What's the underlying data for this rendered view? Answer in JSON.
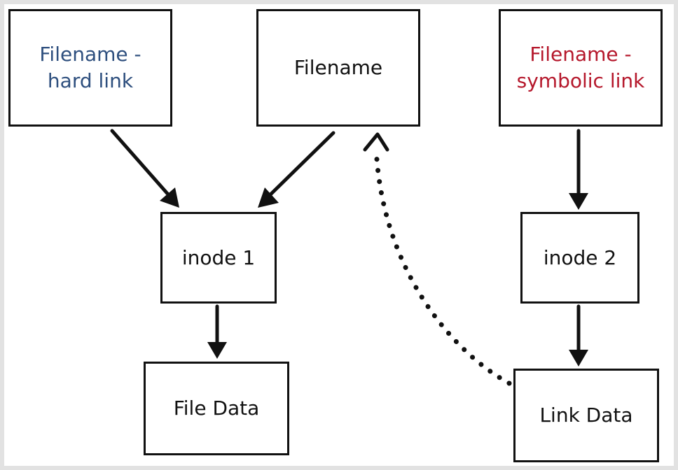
{
  "boxes": {
    "hard_link": {
      "label": "Filename -\nhard link",
      "color": "#2e4f7e"
    },
    "filename": {
      "label": "Filename",
      "color": "#111111"
    },
    "symbolic_link": {
      "label": "Filename -\nsymbolic link",
      "color": "#b5172b"
    },
    "inode1": {
      "label": "inode 1",
      "color": "#111111"
    },
    "inode2": {
      "label": "inode 2",
      "color": "#111111"
    },
    "file_data": {
      "label": "File Data",
      "color": "#111111"
    },
    "link_data": {
      "label": "Link Data",
      "color": "#111111"
    }
  },
  "colors": {
    "hard_link_text": "#2e4f7e",
    "symbolic_link_text": "#b5172b",
    "stroke": "#111111"
  }
}
